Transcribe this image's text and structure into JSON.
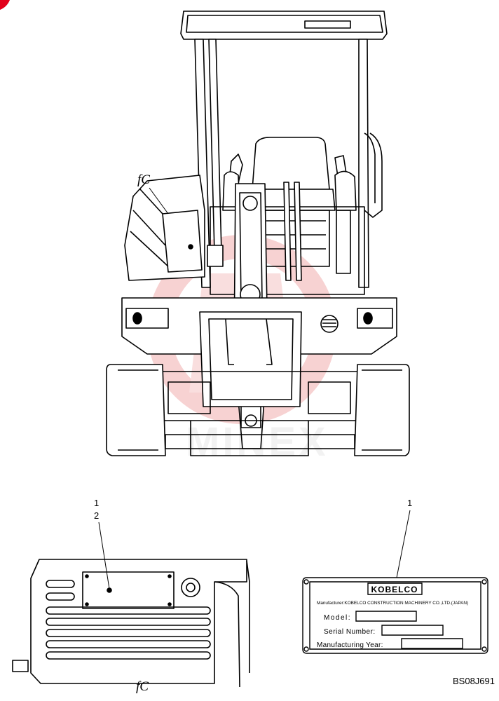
{
  "diagram": {
    "view_label_top": "fC",
    "view_label_bottom": "fC",
    "callouts_left": [
      "1",
      "2"
    ],
    "callout_right": "1",
    "watermark": "MINEX",
    "drawing_code": "BS08J691"
  },
  "plate": {
    "brand": "KOBELCO",
    "manufacturer": "Manufacturer:KOBELCO CONSTRUCTION MACHINERY CO.,LTD.(JAPAN)",
    "fields": [
      {
        "label": "Model:"
      },
      {
        "label": "Serial Number:"
      },
      {
        "label": "Manufacturing Year:"
      }
    ]
  },
  "colors": {
    "line": "#000000",
    "accent_red": "#e2001a",
    "watermark_red": "#f6c9c9",
    "watermark_gray": "#f0f0f0"
  }
}
